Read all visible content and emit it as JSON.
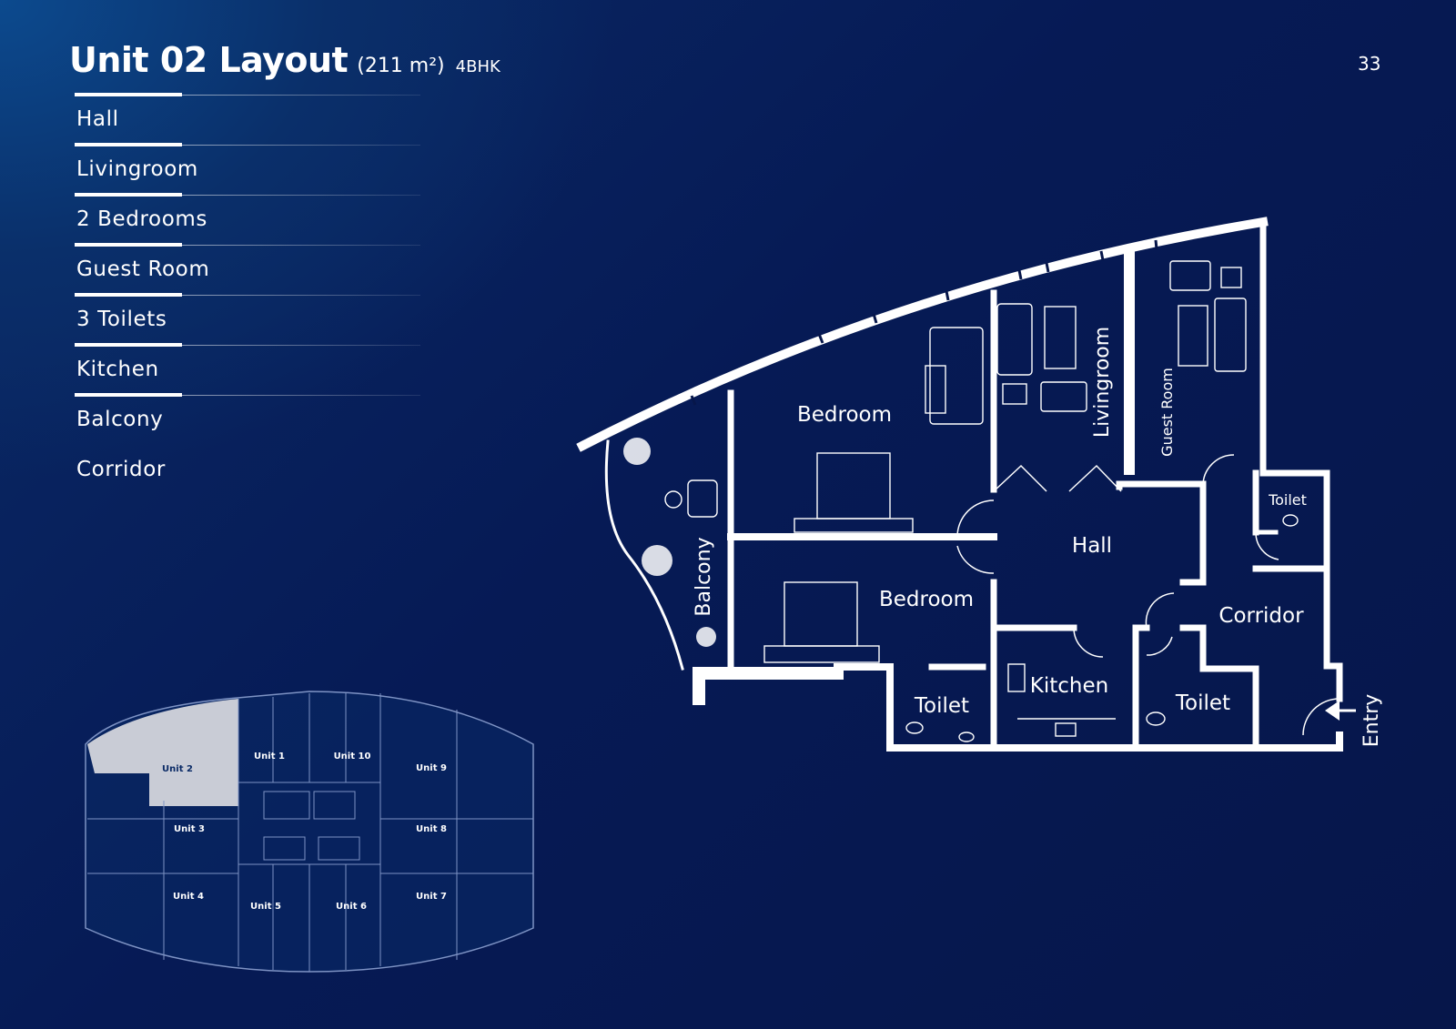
{
  "header": {
    "title": "Unit 02 Layout",
    "area": "(211 m²)",
    "unit_type": "4BHK",
    "page_number": "33"
  },
  "amenities": [
    "Hall",
    "Livingroom",
    "2 Bedrooms",
    "Guest Room",
    "3 Toilets",
    "Kitchen",
    "Balcony",
    "Corridor"
  ],
  "floor_plan": {
    "rooms": {
      "bedroom_1": "Bedroom",
      "bedroom_2": "Bedroom",
      "livingroom": "Livingroom",
      "guest_room": "Guest Room",
      "hall": "Hall",
      "toilet_1": "Toilet",
      "toilet_2": "Toilet",
      "toilet_3": "Toilet",
      "corridor": "Corridor",
      "kitchen": "Kitchen",
      "balcony": "Balcony",
      "entry": "Entry"
    }
  },
  "key_plan": {
    "highlighted": "Unit 2",
    "units": [
      "Unit 1",
      "Unit 10",
      "Unit 9",
      "Unit 3",
      "Unit 8",
      "Unit 4",
      "Unit 5",
      "Unit 6",
      "Unit 7"
    ]
  },
  "colors": {
    "background": "#06164a",
    "plan_line": "#ffffff",
    "highlight": "#c9ccd6"
  }
}
